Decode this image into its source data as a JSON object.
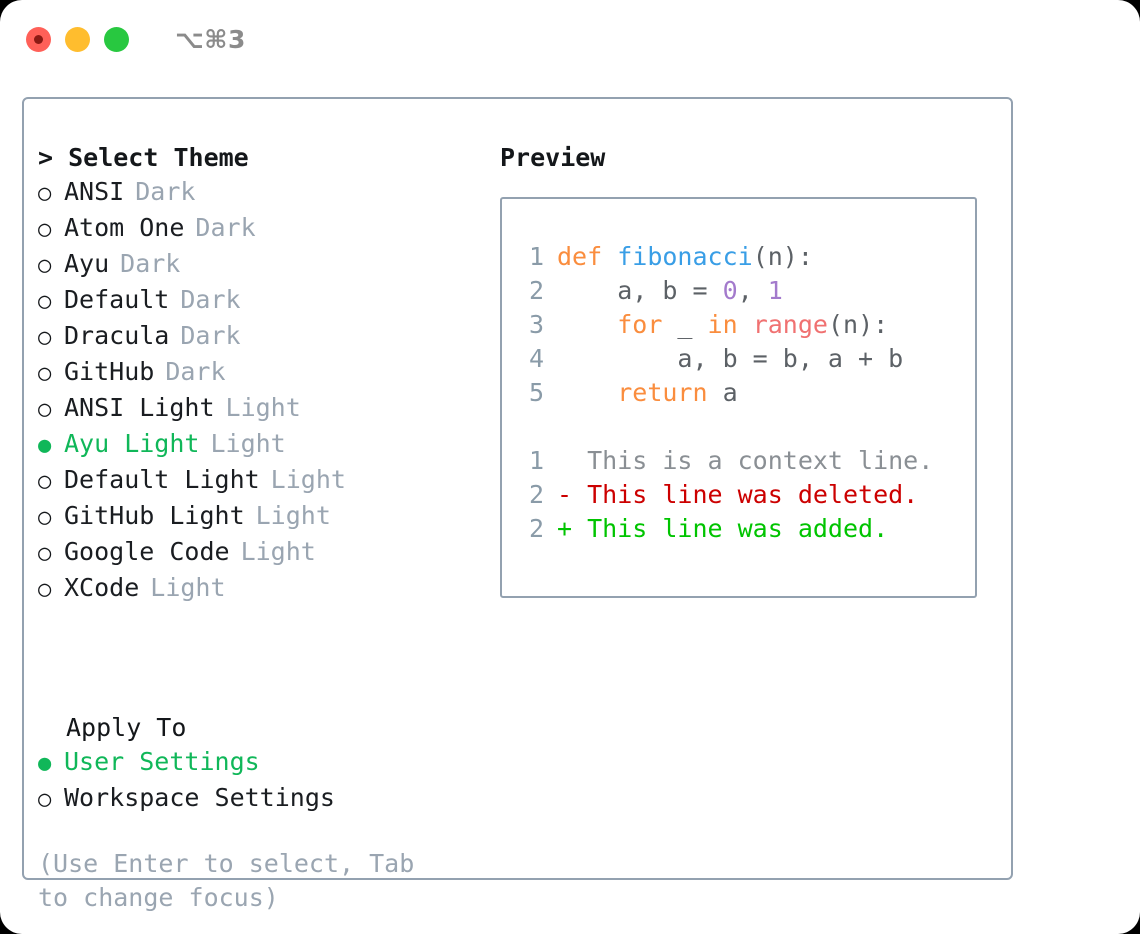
{
  "titlebar": {
    "shortcut": "⌥⌘3",
    "buttons": {
      "close": "close-button",
      "minimize": "minimize-button",
      "maximize": "maximize-button"
    }
  },
  "left": {
    "header": "> Select Theme",
    "themes": [
      {
        "marker": "○",
        "name": "ANSI",
        "tag": "Dark",
        "selected": false
      },
      {
        "marker": "○",
        "name": "Atom One",
        "tag": "Dark",
        "selected": false
      },
      {
        "marker": "○",
        "name": "Ayu",
        "tag": "Dark",
        "selected": false
      },
      {
        "marker": "○",
        "name": "Default",
        "tag": "Dark",
        "selected": false
      },
      {
        "marker": "○",
        "name": "Dracula",
        "tag": "Dark",
        "selected": false
      },
      {
        "marker": "○",
        "name": "GitHub",
        "tag": "Dark",
        "selected": false
      },
      {
        "marker": "○",
        "name": "ANSI Light",
        "tag": "Light",
        "selected": false
      },
      {
        "marker": "●",
        "name": "Ayu Light",
        "tag": "Light",
        "selected": true
      },
      {
        "marker": "○",
        "name": "Default Light",
        "tag": "Light",
        "selected": false
      },
      {
        "marker": "○",
        "name": "GitHub Light",
        "tag": "Light",
        "selected": false
      },
      {
        "marker": "○",
        "name": "Google Code",
        "tag": "Light",
        "selected": false
      },
      {
        "marker": "○",
        "name": "XCode",
        "tag": "Light",
        "selected": false
      }
    ],
    "apply_to": {
      "title": "Apply To",
      "options": [
        {
          "marker": "●",
          "label": "User Settings",
          "selected": true
        },
        {
          "marker": "○",
          "label": "Workspace Settings",
          "selected": false
        }
      ]
    },
    "hint": "(Use Enter to select, Tab to change focus)"
  },
  "preview": {
    "title": "Preview",
    "code_lines": [
      {
        "lineno": "1",
        "tokens": [
          {
            "text": "def ",
            "type": "kw"
          },
          {
            "text": "fibonacci",
            "type": "fn"
          },
          {
            "text": "(n):",
            "type": "punc"
          }
        ]
      },
      {
        "lineno": "2",
        "tokens": [
          {
            "text": "    a, b = ",
            "type": "punc"
          },
          {
            "text": "0",
            "type": "num"
          },
          {
            "text": ", ",
            "type": "punc"
          },
          {
            "text": "1",
            "type": "num"
          }
        ]
      },
      {
        "lineno": "3",
        "tokens": [
          {
            "text": "    ",
            "type": "punc"
          },
          {
            "text": "for",
            "type": "kw"
          },
          {
            "text": " _ ",
            "type": "punc"
          },
          {
            "text": "in",
            "type": "kw"
          },
          {
            "text": " ",
            "type": "punc"
          },
          {
            "text": "range",
            "type": "call"
          },
          {
            "text": "(n):",
            "type": "punc"
          }
        ]
      },
      {
        "lineno": "4",
        "tokens": [
          {
            "text": "        a, b = b, a + b",
            "type": "punc"
          }
        ]
      },
      {
        "lineno": "5",
        "tokens": [
          {
            "text": "    ",
            "type": "punc"
          },
          {
            "text": "return",
            "type": "kw"
          },
          {
            "text": " a",
            "type": "punc"
          }
        ]
      }
    ],
    "diff_lines": [
      {
        "lineno": "1",
        "text": "  This is a context line.",
        "kind": "ctx"
      },
      {
        "lineno": "2",
        "text": "- This line was deleted.",
        "kind": "del"
      },
      {
        "lineno": "2",
        "text": "+ This line was added.",
        "kind": "add"
      }
    ]
  },
  "colors": {
    "selection_green": "#10b759",
    "muted_tag": "#9aa5b1",
    "border": "#93a1b0",
    "keyword": "#fa8d3e",
    "function": "#399ee6",
    "number": "#a37acc",
    "builtin": "#f07171",
    "lineno": "#8a9ba8",
    "diff_delete": "#cc0000",
    "diff_add": "#00c400",
    "traffic_close": "#ff6058",
    "traffic_min": "#ffbd2e",
    "traffic_max": "#28c840"
  }
}
